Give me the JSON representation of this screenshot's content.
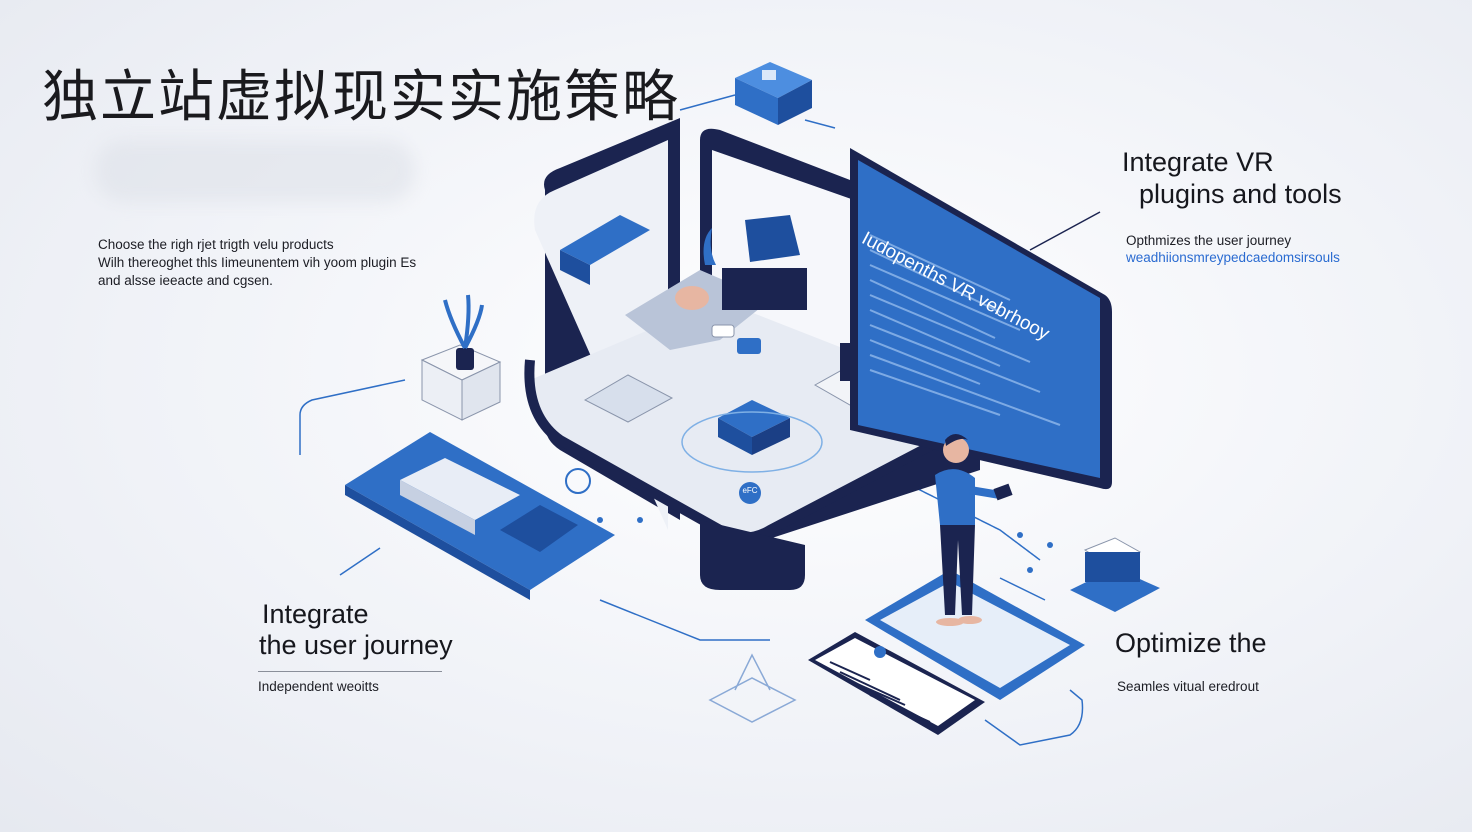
{
  "title": "独立站虚拟现实实施策略",
  "left_top": {
    "line1": "Choose the righ rjet trigth velu products",
    "line2": "Wilh thereoghet thls Iimeunentem vih yoom plugin Es",
    "line3": "and alsse ieeacte and cgsen."
  },
  "right_top": {
    "heading_line1": "Integrate VR",
    "heading_line2": "plugins and tools",
    "sub_line1": "Opthmizes the user journey",
    "sub_line2": "weadhiionsmreypedcaedomsirsouls"
  },
  "left_bottom": {
    "heading_line1": "Integrate",
    "heading_line2": "the user journey",
    "caption": "Independent weoitts"
  },
  "right_bottom": {
    "heading": "Optimize the",
    "caption": "Seamles vitual eredrout"
  },
  "screen_text": "Iudopenths VR vebrhooy",
  "badge_text": "eFC",
  "colors": {
    "navy": "#1b2450",
    "blue": "#2f6fc6",
    "blue_light": "#6aa2e8",
    "pale": "#dfe6f2"
  }
}
